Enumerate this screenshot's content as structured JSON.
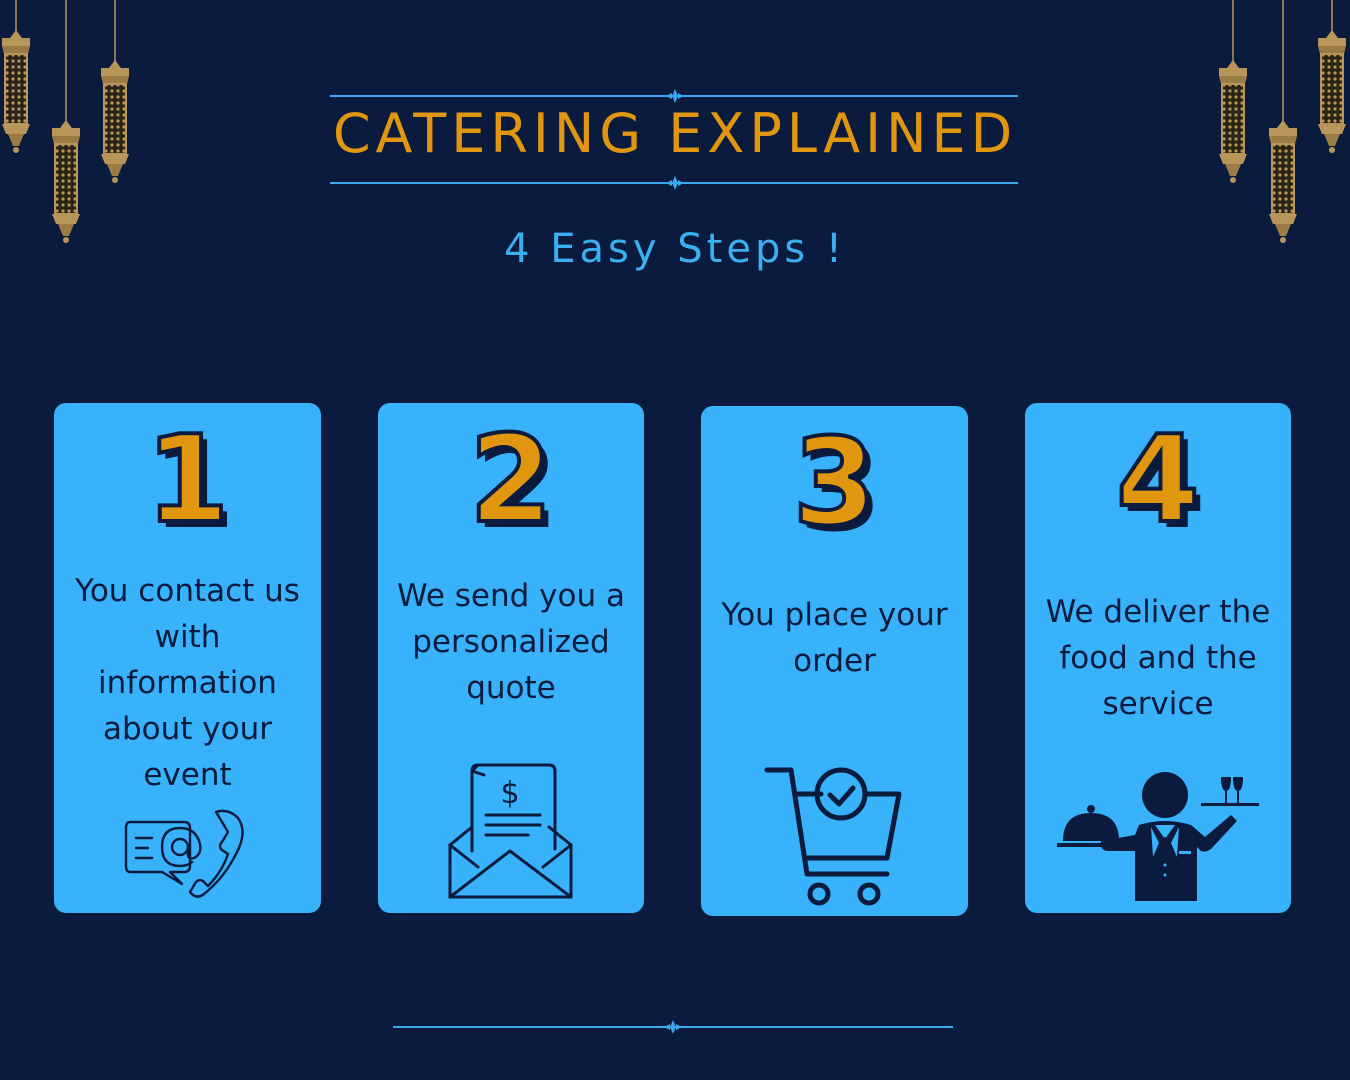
{
  "title": "CATERING EXPLAINED",
  "subtitle": "4 Easy Steps !",
  "steps": [
    {
      "number": "1",
      "text": "You contact us with information about your event",
      "icon": "contact-email-phone-icon"
    },
    {
      "number": "2",
      "text": "We send you a personalized quote",
      "icon": "quote-envelope-icon"
    },
    {
      "number": "3",
      "text": "You place your order",
      "icon": "shopping-cart-check-icon"
    },
    {
      "number": "4",
      "text": "We deliver the food and the service",
      "icon": "waiter-icon"
    }
  ],
  "colors": {
    "background": "#0b1b3d",
    "accent_gold": "#e0960e",
    "accent_blue": "#3ab0f2",
    "card": "#38b2fa"
  }
}
